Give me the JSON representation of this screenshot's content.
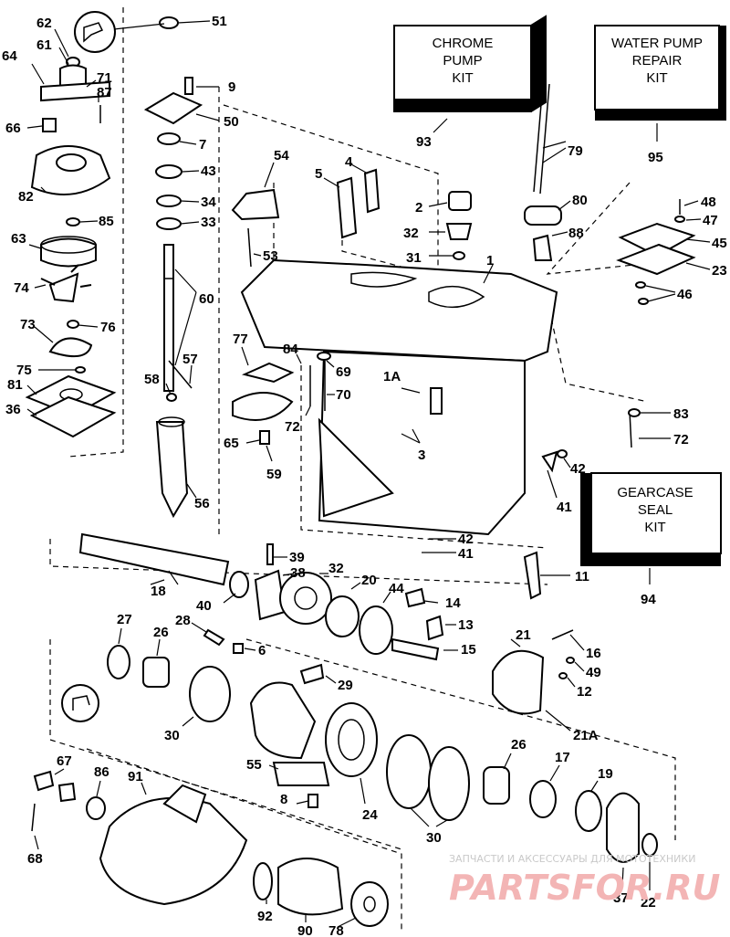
{
  "kits": [
    {
      "id": "chrome-pump-kit",
      "lines": [
        "CHROME",
        "PUMP",
        "KIT"
      ],
      "number": "93"
    },
    {
      "id": "water-pump-repair-kit",
      "lines": [
        "WATER PUMP",
        "REPAIR",
        "KIT"
      ],
      "number": "95"
    },
    {
      "id": "gearcase-seal-kit",
      "lines": [
        "GEARCASE",
        "SEAL",
        "KIT"
      ],
      "number": "94"
    }
  ],
  "watermark": {
    "caption": "ЗАПЧАСТИ И АКСЕССУАРЫ ДЛЯ МОТОТЕХНИКИ",
    "logo": "PARTSFOR.RU"
  },
  "part_labels": [
    {
      "id": "51",
      "text": "51"
    },
    {
      "id": "62",
      "text": "62"
    },
    {
      "id": "61",
      "text": "61"
    },
    {
      "id": "64",
      "text": "64"
    },
    {
      "id": "71",
      "text": "71"
    },
    {
      "id": "87",
      "text": "87"
    },
    {
      "id": "66",
      "text": "66"
    },
    {
      "id": "9",
      "text": "9"
    },
    {
      "id": "50",
      "text": "50"
    },
    {
      "id": "7",
      "text": "7"
    },
    {
      "id": "43",
      "text": "43"
    },
    {
      "id": "34",
      "text": "34"
    },
    {
      "id": "33",
      "text": "33"
    },
    {
      "id": "82",
      "text": "82"
    },
    {
      "id": "85",
      "text": "85"
    },
    {
      "id": "63",
      "text": "63"
    },
    {
      "id": "74",
      "text": "74"
    },
    {
      "id": "76",
      "text": "76"
    },
    {
      "id": "73",
      "text": "73"
    },
    {
      "id": "75",
      "text": "75"
    },
    {
      "id": "81",
      "text": "81"
    },
    {
      "id": "36",
      "text": "36"
    },
    {
      "id": "60",
      "text": "60"
    },
    {
      "id": "57",
      "text": "57"
    },
    {
      "id": "58",
      "text": "58"
    },
    {
      "id": "56",
      "text": "56"
    },
    {
      "id": "54",
      "text": "54"
    },
    {
      "id": "53",
      "text": "53"
    },
    {
      "id": "5",
      "text": "5"
    },
    {
      "id": "4",
      "text": "4"
    },
    {
      "id": "2",
      "text": "2"
    },
    {
      "id": "32a",
      "text": "32"
    },
    {
      "id": "31",
      "text": "31"
    },
    {
      "id": "1",
      "text": "1"
    },
    {
      "id": "79",
      "text": "79"
    },
    {
      "id": "80",
      "text": "80"
    },
    {
      "id": "88",
      "text": "88"
    },
    {
      "id": "48",
      "text": "48"
    },
    {
      "id": "47",
      "text": "47"
    },
    {
      "id": "45",
      "text": "45"
    },
    {
      "id": "23",
      "text": "23"
    },
    {
      "id": "46",
      "text": "46"
    },
    {
      "id": "77",
      "text": "77"
    },
    {
      "id": "84",
      "text": "84"
    },
    {
      "id": "69",
      "text": "69"
    },
    {
      "id": "70",
      "text": "70"
    },
    {
      "id": "1A",
      "text": "1A"
    },
    {
      "id": "72a",
      "text": "72"
    },
    {
      "id": "65",
      "text": "65"
    },
    {
      "id": "59",
      "text": "59"
    },
    {
      "id": "3",
      "text": "3"
    },
    {
      "id": "83",
      "text": "83"
    },
    {
      "id": "72b",
      "text": "72"
    },
    {
      "id": "42a",
      "text": "42"
    },
    {
      "id": "41a",
      "text": "41"
    },
    {
      "id": "42b",
      "text": "42"
    },
    {
      "id": "41b",
      "text": "41"
    },
    {
      "id": "39",
      "text": "39"
    },
    {
      "id": "18",
      "text": "18"
    },
    {
      "id": "38",
      "text": "38"
    },
    {
      "id": "32b",
      "text": "32"
    },
    {
      "id": "20",
      "text": "20"
    },
    {
      "id": "44",
      "text": "44"
    },
    {
      "id": "14",
      "text": "14"
    },
    {
      "id": "11",
      "text": "11"
    },
    {
      "id": "40",
      "text": "40"
    },
    {
      "id": "27",
      "text": "27"
    },
    {
      "id": "26a",
      "text": "26"
    },
    {
      "id": "28",
      "text": "28"
    },
    {
      "id": "6",
      "text": "6"
    },
    {
      "id": "13",
      "text": "13"
    },
    {
      "id": "15",
      "text": "15"
    },
    {
      "id": "21",
      "text": "21"
    },
    {
      "id": "16",
      "text": "16"
    },
    {
      "id": "49",
      "text": "49"
    },
    {
      "id": "12",
      "text": "12"
    },
    {
      "id": "29",
      "text": "29"
    },
    {
      "id": "30a",
      "text": "30"
    },
    {
      "id": "21A",
      "text": "21A"
    },
    {
      "id": "67",
      "text": "67"
    },
    {
      "id": "86",
      "text": "86"
    },
    {
      "id": "91",
      "text": "91"
    },
    {
      "id": "55",
      "text": "55"
    },
    {
      "id": "8",
      "text": "8"
    },
    {
      "id": "24",
      "text": "24"
    },
    {
      "id": "26b",
      "text": "26"
    },
    {
      "id": "17",
      "text": "17"
    },
    {
      "id": "19",
      "text": "19"
    },
    {
      "id": "68",
      "text": "68"
    },
    {
      "id": "30b",
      "text": "30"
    },
    {
      "id": "37",
      "text": "37"
    },
    {
      "id": "22",
      "text": "22"
    },
    {
      "id": "92",
      "text": "92"
    },
    {
      "id": "90",
      "text": "90"
    },
    {
      "id": "78",
      "text": "78"
    }
  ]
}
